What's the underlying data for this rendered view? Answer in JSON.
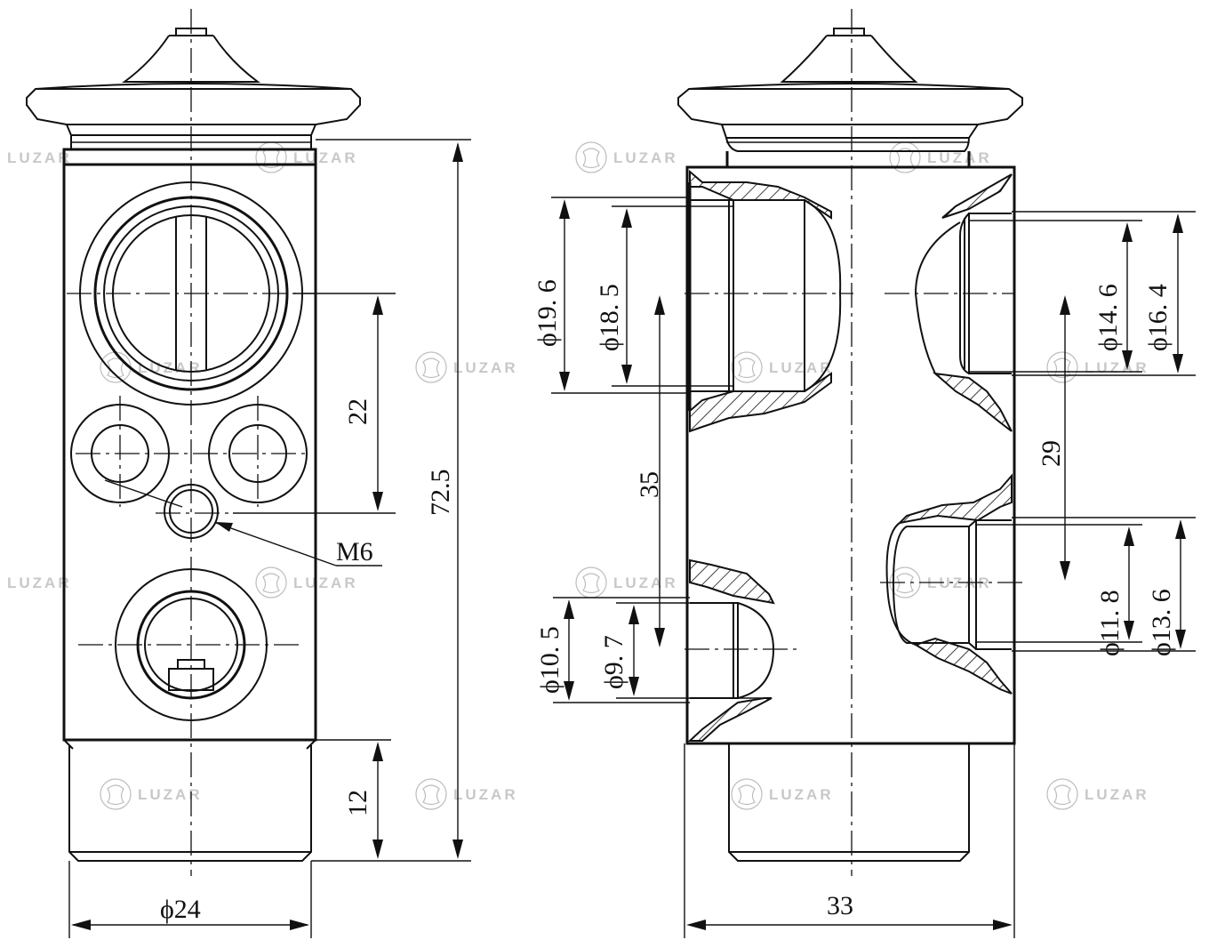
{
  "watermark": {
    "brand": "LUZAR"
  },
  "views": {
    "front": {
      "dims": {
        "body_length": "72.5",
        "port_spacing": "22",
        "bottom_spigot": "12",
        "diameter": "ϕ24",
        "thread": "M6"
      }
    },
    "side": {
      "dims": {
        "width": "33",
        "spacing_left": "35",
        "spacing_right": "29",
        "d_19_6": "ϕ19. 6",
        "d_18_5": "ϕ18. 5",
        "d_10_5": "ϕ10. 5",
        "d_9_7": "ϕ9. 7",
        "d_14_6": "ϕ14. 6",
        "d_16_4": "ϕ16. 4",
        "d_11_8": "ϕ11. 8",
        "d_13_6": "ϕ13. 6"
      }
    }
  }
}
